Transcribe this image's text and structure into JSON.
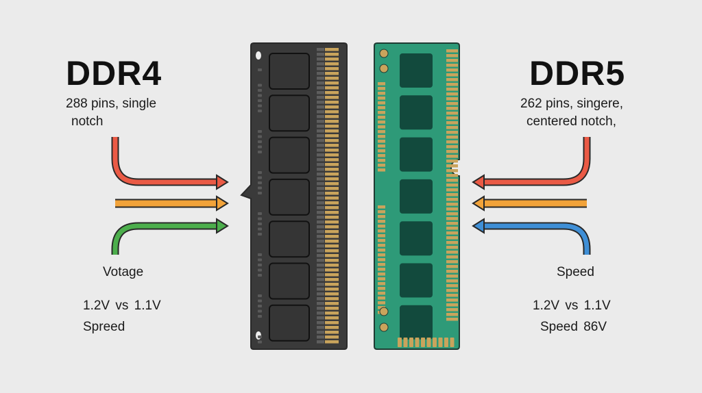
{
  "ddr4": {
    "title": "DDR4",
    "desc_line1": "288 pins, single",
    "desc_line2": "notch",
    "label": "Votage",
    "stat_line1": "1.2V vs  1.1V",
    "stat_line2": "Spreed"
  },
  "ddr5": {
    "title": "DDR5",
    "desc_line1": "262 pins, singere,",
    "desc_line2": "centered notch,",
    "label": "Speed",
    "stat_line1": "1.2V vs  1.1V",
    "stat_line2": "Speed  86V"
  },
  "colors": {
    "background": "#ebebeb",
    "ddr4_pcb": "#3a3a3a",
    "ddr5_pcb": "#2e9a78",
    "gold": "#c9a45c",
    "arrow_red": "#e8574a",
    "arrow_orange": "#f2a33a",
    "arrow_green": "#4cae4c",
    "arrow_blue": "#3f8fd6"
  }
}
